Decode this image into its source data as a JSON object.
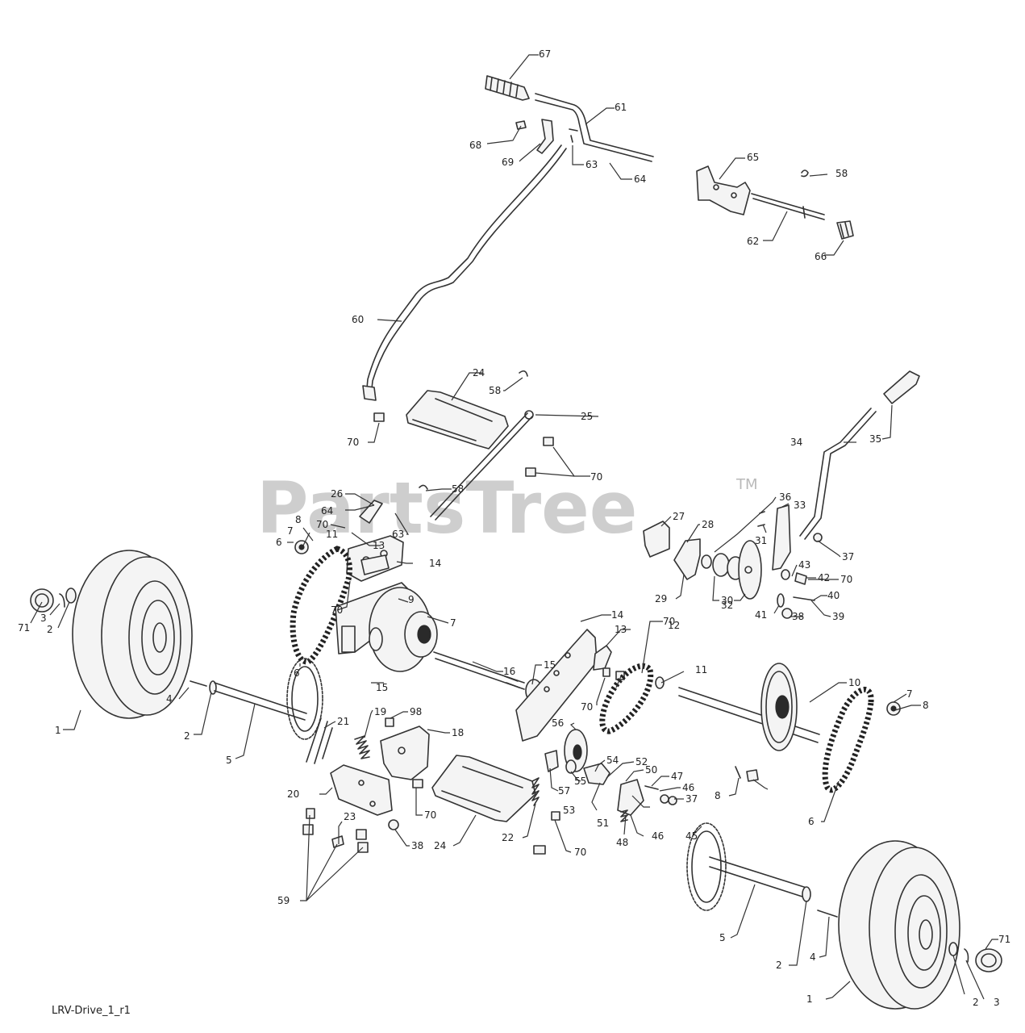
{
  "watermark": {
    "text": "PartsTree",
    "tm": "TM"
  },
  "footer": {
    "drawing_id": "LRV-Drive_1_r1"
  },
  "callouts": {
    "c67": "67",
    "c61": "61",
    "c68": "68",
    "c69": "69",
    "c63a": "63",
    "c64a": "64",
    "c65": "65",
    "c58a": "58",
    "c62": "62",
    "c66": "66",
    "c60": "60",
    "c24a": "24",
    "c58b": "58",
    "c25": "25",
    "c70a": "70",
    "c70b": "70",
    "c58c": "58",
    "c26a": "26",
    "c64b": "64",
    "c63b": "63",
    "c8a": "8",
    "c7a": "7",
    "c70c": "70",
    "c6a": "6",
    "c11a": "11",
    "c13a": "13",
    "c14a": "14",
    "c70d": "70",
    "c71a": "71",
    "c3a": "3",
    "c2a": "2",
    "c1a": "1",
    "c4a": "4",
    "c2b": "2",
    "c5a": "5",
    "c6b": "6",
    "c9": "9",
    "c7b": "7",
    "c15a": "15",
    "c16": "16",
    "c15b": "15",
    "c14b": "14",
    "c13b": "13",
    "c70e": "70",
    "c12": "12",
    "c11b": "11",
    "c70f": "70",
    "c34": "34",
    "c35": "35",
    "c36": "36",
    "c33": "33",
    "c27": "27",
    "c28": "28",
    "c31": "31",
    "c37a": "37",
    "c43": "43",
    "c42": "42",
    "c70g": "70",
    "c29": "29",
    "c30": "30",
    "c32": "32",
    "c41": "41",
    "c40": "40",
    "c39": "39",
    "c38a": "38",
    "c10": "10",
    "c7c": "7",
    "c8b": "8",
    "c6c": "6",
    "c19": "19",
    "c21": "21",
    "c98": "98",
    "c18": "18",
    "c20": "20",
    "c70h": "70",
    "c56": "56",
    "c57": "57",
    "c55": "55",
    "c54": "54",
    "c52": "52",
    "c50": "50",
    "c47": "47",
    "c46a": "46",
    "c37b": "37",
    "c8c": "8",
    "c53": "53",
    "c51": "51",
    "c48": "48",
    "c46b": "46",
    "c45": "45",
    "c23": "23",
    "c38b": "38",
    "c24b": "24",
    "c22": "22",
    "c70i": "70",
    "c59": "59",
    "c5b": "5",
    "c2c": "2",
    "c4b": "4",
    "c1b": "1",
    "c2d": "2",
    "c3b": "3",
    "c71b": "71"
  }
}
